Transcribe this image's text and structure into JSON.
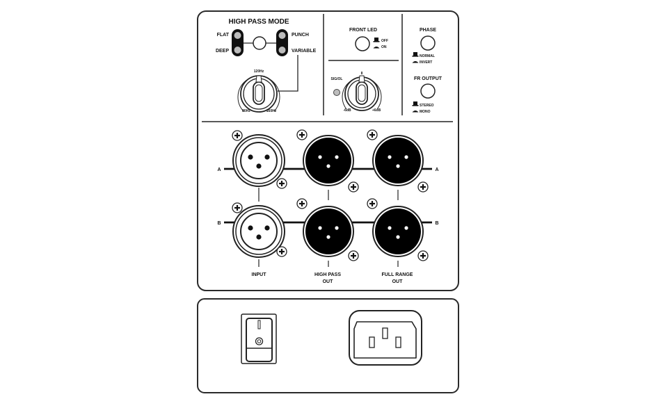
{
  "high_pass_mode": {
    "title": "HIGH PASS MODE",
    "options": [
      "FLAT",
      "DEEP",
      "PUNCH",
      "VARIABLE"
    ],
    "knob_labels": {
      "top": "120Hz",
      "left": "80Hz",
      "right": "160Hz"
    }
  },
  "front_led": {
    "title": "FRONT LED",
    "off": "OFF",
    "on": "ON"
  },
  "sig_ol": {
    "label": "SIG/OL",
    "knob_left": "-6dB",
    "knob_right": "+6dB",
    "knob_top": "II"
  },
  "phase": {
    "title": "PHASE",
    "normal": "NORMAL",
    "invert": "INVERT"
  },
  "fr_output": {
    "title": "FR OUTPUT",
    "stereo": "STEREO",
    "mono": "MONO"
  },
  "channels": {
    "a": "A",
    "b": "B"
  },
  "connectors": {
    "input": "INPUT",
    "high_pass_out": [
      "HIGH PASS",
      "OUT"
    ],
    "full_range_out": [
      "FULL RANGE",
      "OUT"
    ]
  },
  "colors": {
    "outline": "#2a2a2a",
    "led_gray": "#bdbdbd",
    "connector_fill": "#000000"
  }
}
